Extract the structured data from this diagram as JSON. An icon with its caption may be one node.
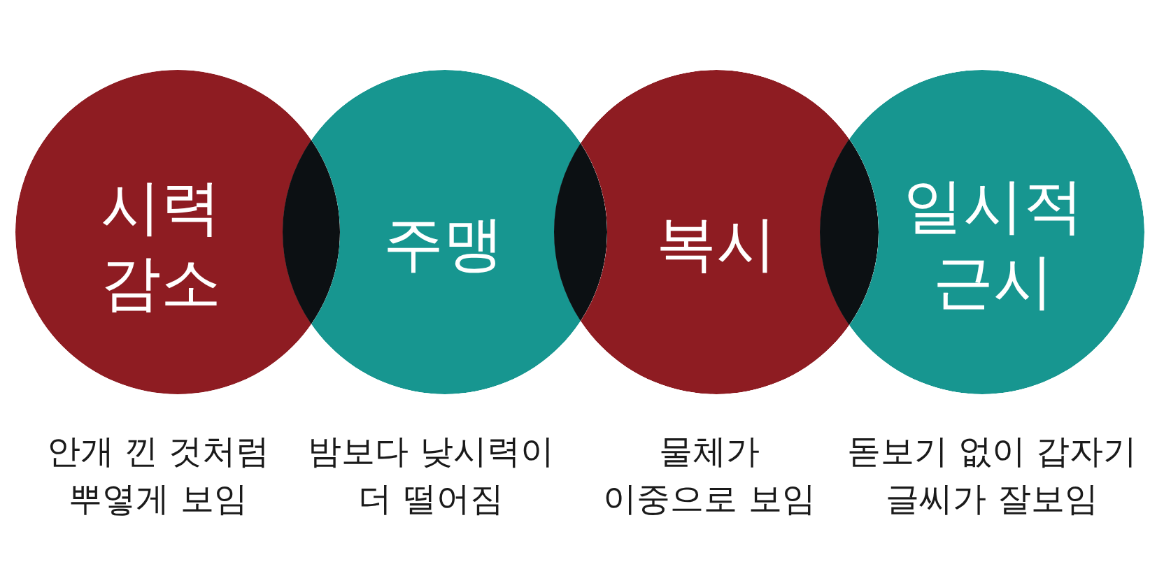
{
  "diagram": {
    "nodes": [
      {
        "text": [
          "시력 감소"
        ],
        "beside": [
          "안개 낀 것처럼 뿌옇게 보임"
        ]
      },
      {
        "text": [
          "주맹"
        ],
        "beside": [
          "밤보다 낮시력이 더 떨어짐"
        ]
      },
      {
        "text": [
          "복시"
        ],
        "beside": [
          "물체가 이중으로 보임"
        ]
      },
      {
        "text": [
          "일시적 근시"
        ],
        "beside": [
          "돋보기 없이 갑자기 글씨가 잘보임"
        ]
      }
    ]
  }
}
